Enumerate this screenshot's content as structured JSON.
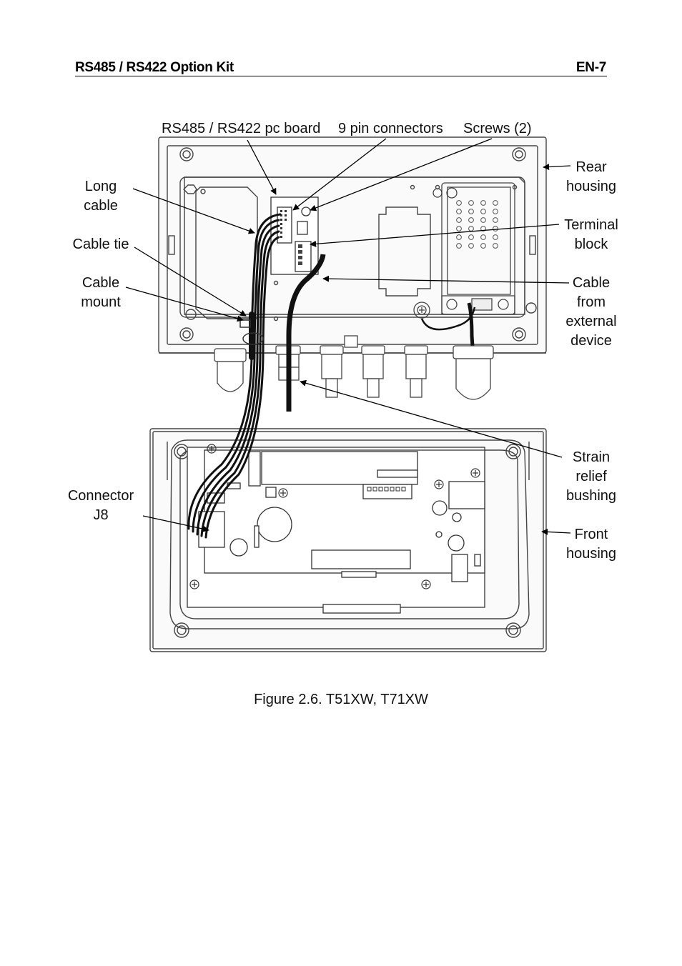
{
  "header": {
    "left_title": "RS485 / RS422 Option Kit",
    "page_number": "EN-7"
  },
  "callouts": {
    "pc_board": "RS485 / RS422 pc board",
    "pin_connectors": "9 pin connectors",
    "screws": "Screws (2)",
    "rear_housing": [
      "Rear",
      "housing"
    ],
    "long_cable": [
      "Long",
      "cable"
    ],
    "terminal_block": [
      "Terminal",
      "block"
    ],
    "cable_tie": "Cable tie",
    "cable_mount": [
      "Cable",
      "mount"
    ],
    "cable_from_device": [
      "Cable",
      "from",
      "external",
      "device"
    ],
    "strain_relief": [
      "Strain",
      "relief",
      "bushing"
    ],
    "connector_j8": [
      "Connector",
      "J8"
    ],
    "front_housing": [
      "Front",
      "housing"
    ]
  },
  "caption": "Figure 2.6. T51XW, T71XW"
}
